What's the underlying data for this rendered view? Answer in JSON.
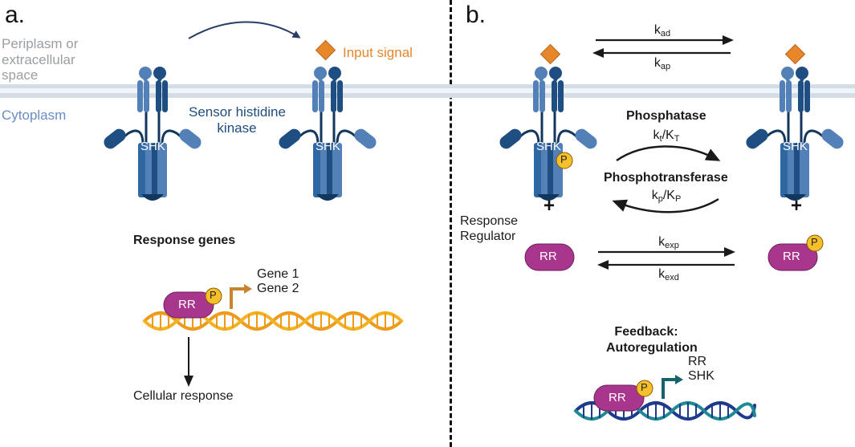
{
  "panels": {
    "a": {
      "label": "a.",
      "compartments": {
        "periplasm": [
          "Periplasm or",
          "extracellular",
          "space"
        ],
        "cytoplasm": "Cytoplasm"
      },
      "protein_label": [
        "Sensor histidine",
        "kinase"
      ],
      "shk_text": "SHK",
      "input_signal": "Input signal",
      "response_genes_title": "Response genes",
      "rr_text": "RR",
      "phospho_text": "P",
      "genes": [
        "Gene 1",
        "Gene 2"
      ],
      "cellular_response": "Cellular response"
    },
    "b": {
      "label": "b.",
      "shk_text": "SHK",
      "phospho_text": "P",
      "rates": {
        "kad": {
          "base": "k",
          "sub": "ad"
        },
        "kap": {
          "base": "k",
          "sub": "ap"
        },
        "kt": {
          "base": "k",
          "sub": "t",
          "sep": "/",
          "base2": "K",
          "sub2": "T"
        },
        "kp": {
          "base": "k",
          "sub": "p",
          "sep": "/",
          "base2": "K",
          "sub2": "P"
        },
        "kexp": {
          "base": "k",
          "sub": "exp"
        },
        "kexd": {
          "base": "k",
          "sub": "exd"
        }
      },
      "phosphatase": "Phosphatase",
      "phosphotransferase": "Phosphotransferase",
      "plus": "+",
      "response_regulator": [
        "Response",
        "Regulator"
      ],
      "rr_text": "RR",
      "feedback_title": [
        "Feedback:",
        "Autoregulation"
      ],
      "feedback_genes": [
        "RR",
        "SHK"
      ]
    }
  },
  "colors": {
    "membrane": "#d5dde4",
    "membrane_inner": "#eef5fb",
    "shk_dark": "#1f4f82",
    "shk_mid": "#2f67a3",
    "shk_light": "#5480b8",
    "linker": "#12375e",
    "signal": "#e8862a",
    "rr": "#a8368c",
    "phospho": "#f5c02a",
    "dna_orange": "#f09a1a",
    "dna_teal": "#1f8a93",
    "dna_navy": "#1d3a8c",
    "promoter_orange": "#c8842e",
    "promoter_teal": "#17636b"
  }
}
